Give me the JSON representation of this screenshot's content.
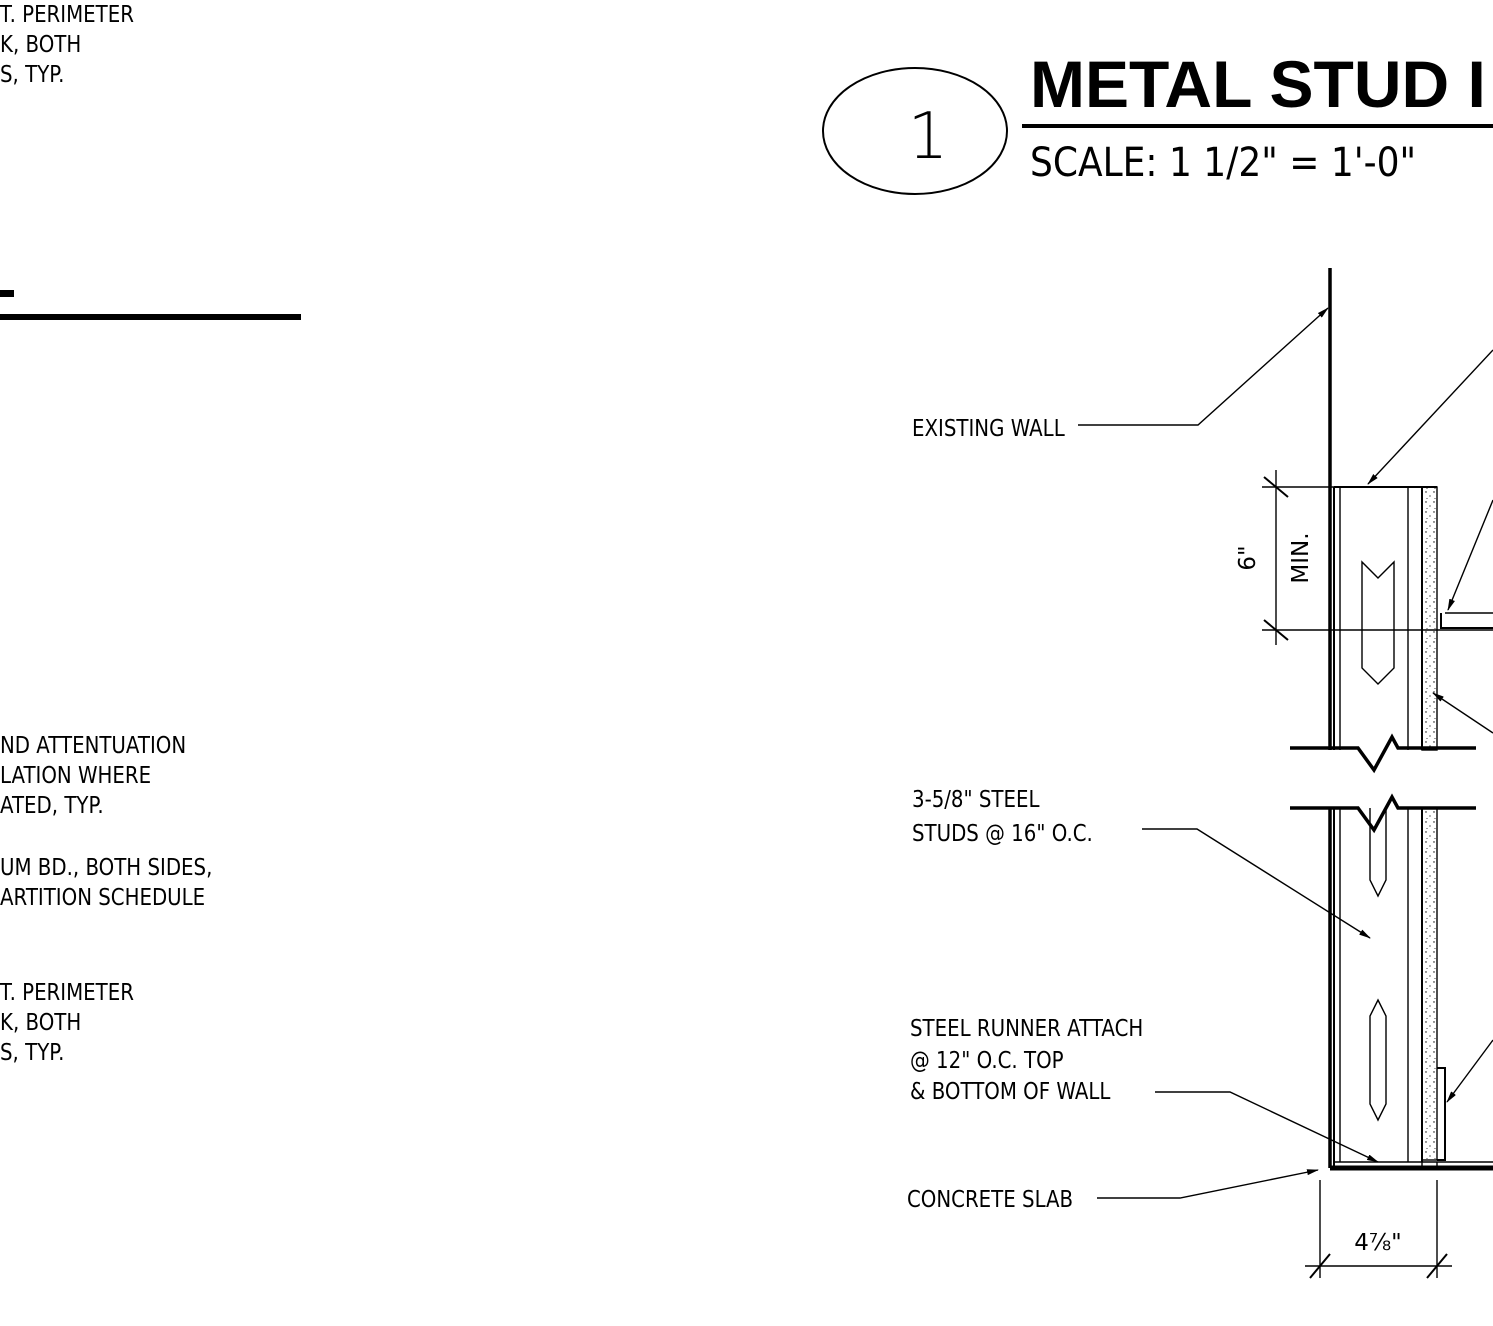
{
  "detail": {
    "number": "1",
    "title": "METAL STUD I",
    "scale": "SCALE:  1 1/2\" = 1'-0\""
  },
  "left_notes": {
    "top_block": [
      "T. PERIMETER",
      "K, BOTH",
      "S, TYP."
    ],
    "insulation_block": [
      "ND ATTENTUATION",
      "LATION WHERE",
      "ATED, TYP."
    ],
    "gypsum_block": [
      "UM BD., BOTH SIDES,",
      "ARTITION SCHEDULE"
    ],
    "bottom_block": [
      "T. PERIMETER",
      "K, BOTH",
      "S, TYP."
    ]
  },
  "callouts": {
    "existing_wall": "EXISTING WALL",
    "studs": [
      "3-5/8\" STEEL",
      "STUDS @ 16\" O.C."
    ],
    "runner": [
      "STEEL RUNNER ATTACH",
      "@ 12\" O.C. TOP",
      "& BOTTOM OF WALL"
    ],
    "slab": "CONCRETE SLAB"
  },
  "dimensions": {
    "height_value": "6\"",
    "height_note": "MIN.",
    "width_value": "4⅞\""
  }
}
